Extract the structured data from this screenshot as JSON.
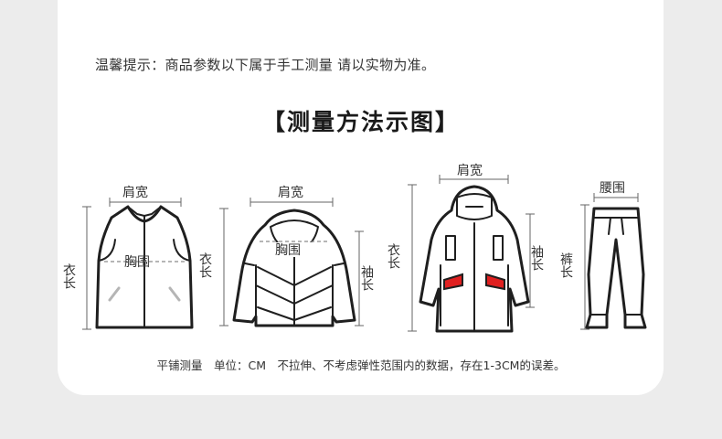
{
  "notice": "温馨提示：商品参数以下属于手工测量 请以实物为准。",
  "heading": "【测量方法示图】",
  "footnote": "平铺测量　单位：CM　不拉伸、不考虑弹性范围内的数据，存在1-3CM的误差。",
  "figures": {
    "vest": {
      "shoulder": "肩宽",
      "chest": "胸围",
      "length": "衣长"
    },
    "jacket": {
      "shoulder": "肩宽",
      "chest": "胸围",
      "length": "衣长",
      "sleeve": "袖长"
    },
    "coat": {
      "shoulder": "肩宽",
      "length": "衣长",
      "sleeve": "袖长"
    },
    "pants": {
      "waist": "腰围",
      "length": "裤长"
    }
  },
  "colors": {
    "accent": "#e02020",
    "line": "#1f1f1f",
    "background": "#ececec",
    "card": "#ffffff"
  }
}
